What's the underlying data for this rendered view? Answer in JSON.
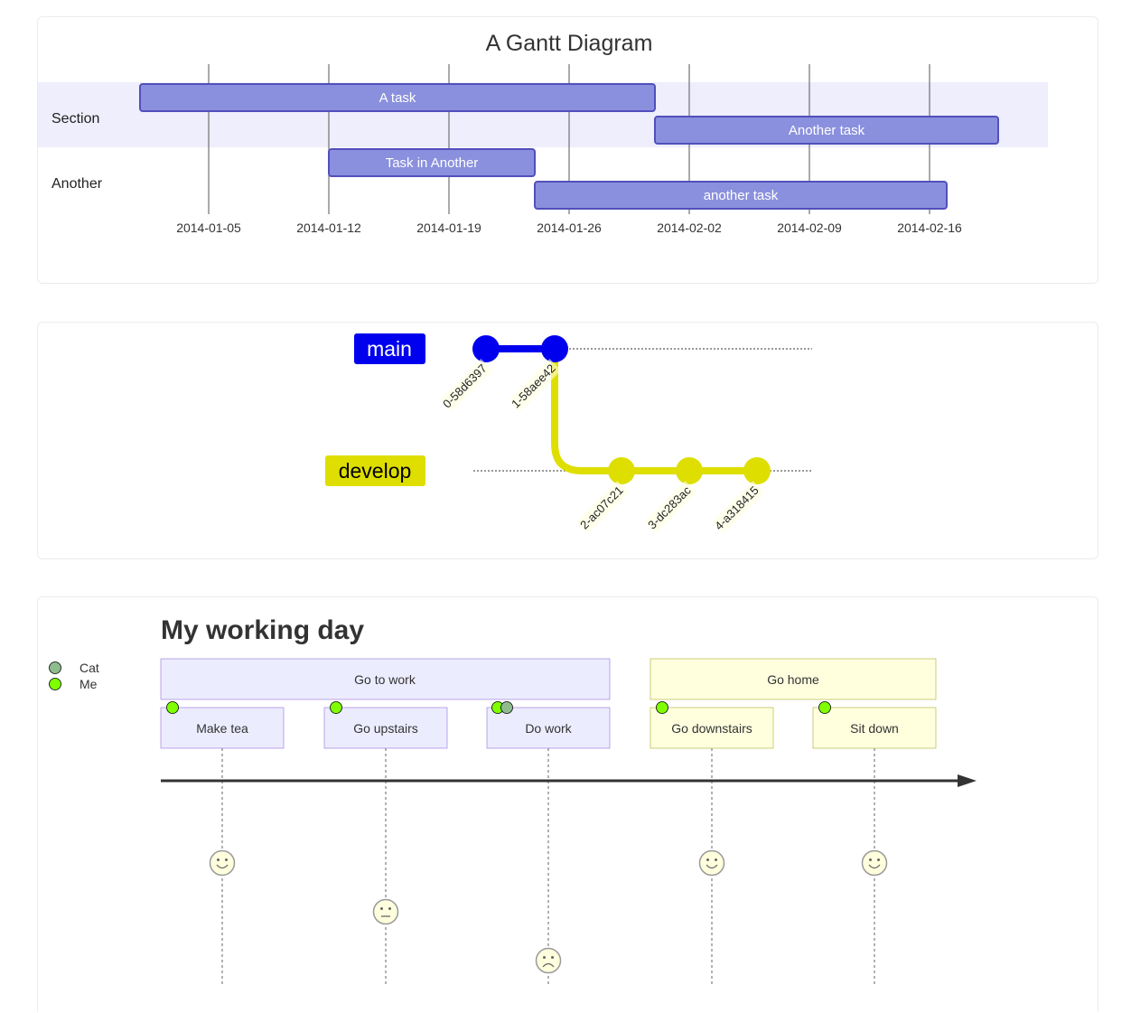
{
  "gantt": {
    "title": "A Gantt Diagram",
    "sections": [
      "Section",
      "Another"
    ],
    "ticks": [
      "2014-01-05",
      "2014-01-12",
      "2014-01-19",
      "2014-01-26",
      "2014-02-02",
      "2014-02-09",
      "2014-02-16"
    ],
    "tasks": [
      {
        "label": "A task",
        "section": "Section",
        "start": "2014-01-01",
        "end": "2014-01-31"
      },
      {
        "label": "Another task",
        "section": "Section",
        "start": "2014-01-31",
        "end": "2014-02-20"
      },
      {
        "label": "Task in Another",
        "section": "Another",
        "start": "2014-01-12",
        "end": "2014-01-24"
      },
      {
        "label": "another task",
        "section": "Another",
        "start": "2014-01-24",
        "end": "2014-02-17"
      }
    ],
    "colors": {
      "bar": "#8a90dd",
      "bar_border": "#534fbc",
      "section_band": "#eeeefd"
    }
  },
  "gitgraph": {
    "branches": [
      {
        "name": "main",
        "color": "#0000ee",
        "text_color": "#ffffff"
      },
      {
        "name": "develop",
        "color": "#dede00",
        "text_color": "#000000"
      }
    ],
    "commits": [
      {
        "id": "0-58d6397",
        "branch": "main"
      },
      {
        "id": "1-58aee42",
        "branch": "main"
      },
      {
        "id": "2-ac07c21",
        "branch": "develop"
      },
      {
        "id": "3-dc283ac",
        "branch": "develop"
      },
      {
        "id": "4-a318415",
        "branch": "develop"
      }
    ]
  },
  "journey": {
    "title": "My working day",
    "legend": [
      {
        "name": "Cat",
        "color": "#8fbc8f"
      },
      {
        "name": "Me",
        "color": "#7fff00"
      }
    ],
    "sections": [
      {
        "label": "Go to work",
        "color": "#ececff",
        "border": "#9370db"
      },
      {
        "label": "Go home",
        "color": "#ffffde",
        "border": "#aaaa33"
      }
    ],
    "tasks": [
      {
        "label": "Make tea",
        "section": 0,
        "score": 5,
        "actors": [
          "Me"
        ]
      },
      {
        "label": "Go upstairs",
        "section": 0,
        "score": 3,
        "actors": [
          "Me"
        ]
      },
      {
        "label": "Do work",
        "section": 0,
        "score": 1,
        "actors": [
          "Me",
          "Cat"
        ]
      },
      {
        "label": "Go downstairs",
        "section": 1,
        "score": 5,
        "actors": [
          "Me"
        ]
      },
      {
        "label": "Sit down",
        "section": 1,
        "score": 5,
        "actors": [
          "Me"
        ]
      }
    ]
  }
}
